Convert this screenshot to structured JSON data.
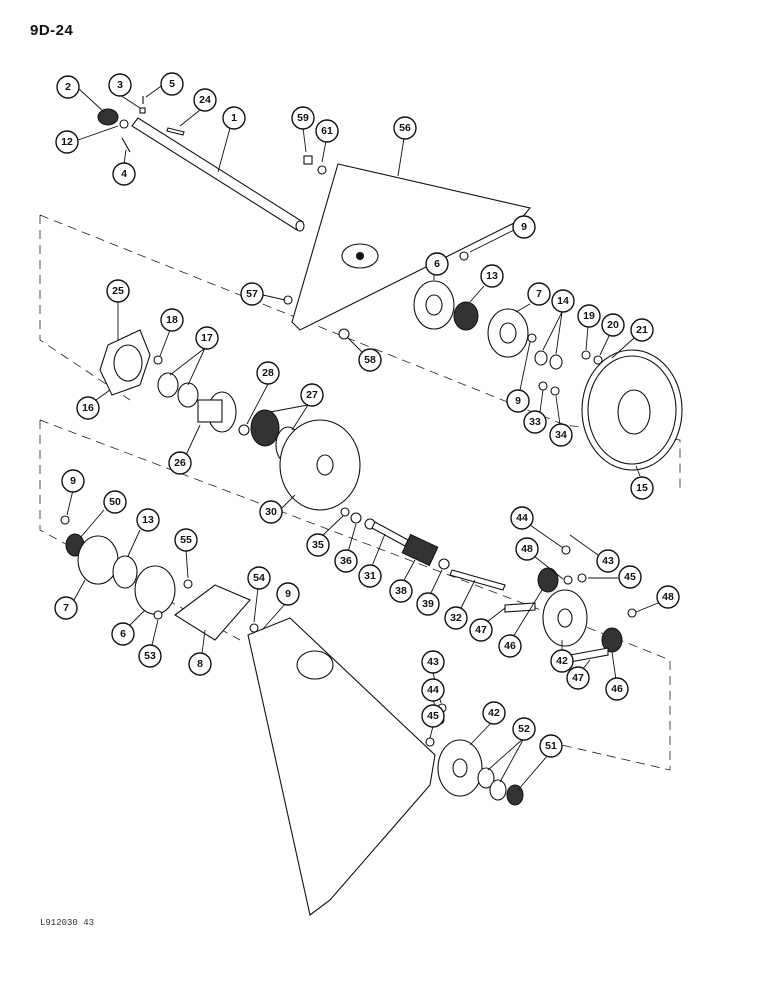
{
  "page_number": "9D-24",
  "figure_code": "L912030 43",
  "callouts": [
    "2",
    "3",
    "5",
    "24",
    "1",
    "12",
    "4",
    "59",
    "61",
    "56",
    "9",
    "6",
    "13",
    "7",
    "14",
    "19",
    "20",
    "21",
    "57",
    "58",
    "25",
    "18",
    "17",
    "28",
    "27",
    "16",
    "26",
    "33",
    "34",
    "15",
    "30",
    "35",
    "36",
    "31",
    "38",
    "39",
    "32",
    "44",
    "43",
    "48",
    "45",
    "50",
    "55",
    "54",
    "47",
    "46",
    "42",
    "53",
    "8",
    "51",
    "52"
  ]
}
